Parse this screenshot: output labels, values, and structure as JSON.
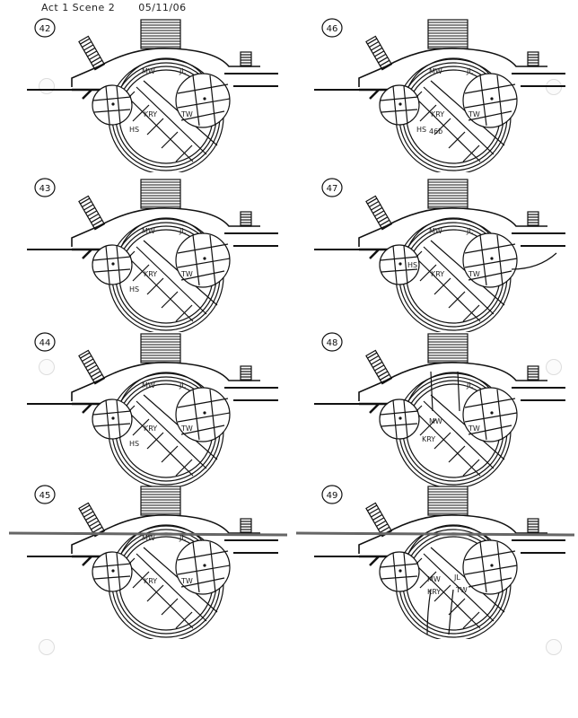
{
  "header": {
    "act_scene": "Act 1 Scene 2",
    "date": "05/11/06"
  },
  "panels": [
    {
      "number": "42",
      "labels": [
        "MW",
        "JL",
        "KRY",
        "HS",
        "TW"
      ]
    },
    {
      "number": "46",
      "labels": [
        "MW",
        "JL",
        "KRY",
        "HS",
        "TW",
        "46b"
      ]
    },
    {
      "number": "43",
      "labels": [
        "MW",
        "JL",
        "KRY",
        "HS",
        "TW"
      ]
    },
    {
      "number": "47",
      "labels": [
        "MW",
        "JL",
        "KRY",
        "HS",
        "TW"
      ]
    },
    {
      "number": "44",
      "labels": [
        "MW",
        "JL",
        "KRY",
        "HS",
        "TW"
      ]
    },
    {
      "number": "48",
      "labels": [
        "MW",
        "JL",
        "KRY",
        "TW"
      ]
    },
    {
      "number": "45",
      "labels": [
        "MW",
        "JL",
        "KRY",
        "TW"
      ]
    },
    {
      "number": "49",
      "labels": [
        "MW",
        "JL",
        "KRY",
        "TW"
      ]
    }
  ]
}
